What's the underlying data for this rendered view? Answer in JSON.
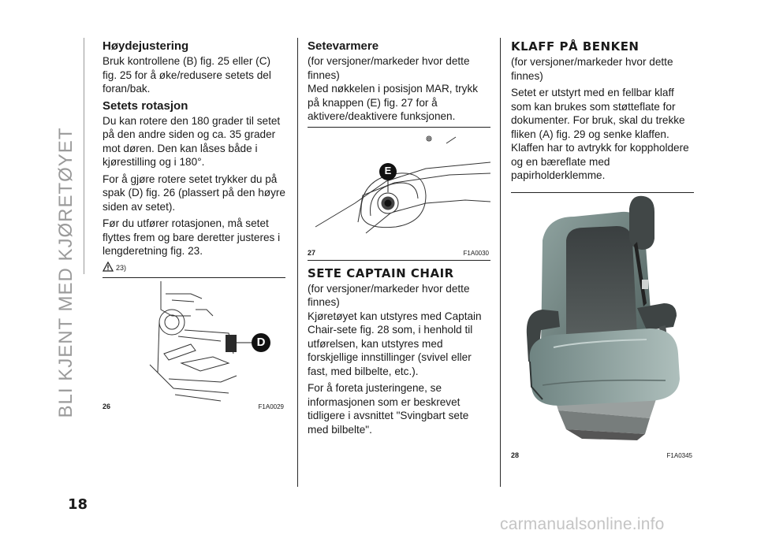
{
  "side_title": "BLI KJENT MED KJØRETØYET",
  "page_number": "18",
  "watermark": "carmanualsonline.info",
  "col1": {
    "h1": "Høydejustering",
    "p1": "Bruk kontrollene (B) fig. 25 eller (C) fig. 25 for å øke/redusere setets del foran/bak.",
    "h2": "Setets rotasjon",
    "p2": "Du kan rotere den 180 grader til setet på den andre siden og ca. 35 grader mot døren. Den kan låses både i kjørestilling og i 180°.",
    "p3": "For å gjøre rotere setet trykker du på spak (D) fig. 26 (plassert på den høyre siden av setet).",
    "p4": "Før du utfører rotasjonen, må setet flyttes frem og bare deretter justeres i lengderetning fig. 23.",
    "warn_ref": "23)",
    "fig": {
      "num": "26",
      "code": "F1A0029",
      "callout": "D"
    }
  },
  "col2": {
    "h1": "Setevarmere",
    "p1": "(for versjoner/markeder hvor dette finnes)",
    "p2": "Med nøkkelen i posisjon MAR, trykk på knappen (E) fig. 27 for å aktivere/deaktivere funksjonen.",
    "fig": {
      "num": "27",
      "code": "F1A0030",
      "callout": "E"
    },
    "h2": "SETE CAPTAIN CHAIR",
    "p3": "(for versjoner/markeder hvor dette finnes)",
    "p4": "Kjøretøyet kan utstyres med Captain Chair-sete fig. 28 som, i henhold til utførelsen, kan utstyres med forskjellige innstillinger (svivel eller fast, med bilbelte, etc.).",
    "p5": "For å foreta justeringene, se informasjonen som er beskrevet tidligere i avsnittet \"Svingbart sete med bilbelte\"."
  },
  "col3": {
    "h1": "KLAFF PÅ BENKEN",
    "p1": "(for versjoner/markeder hvor dette finnes)",
    "p2": "Setet er utstyrt med en fellbar klaff som kan brukes som støtteflate for dokumenter. For bruk, skal du trekke fliken (A) fig. 29 og senke klaffen. Klaffen har to avtrykk for koppholdere og en bæreflate med papirholderklemme.",
    "fig": {
      "num": "28",
      "code": "F1A0345"
    }
  }
}
